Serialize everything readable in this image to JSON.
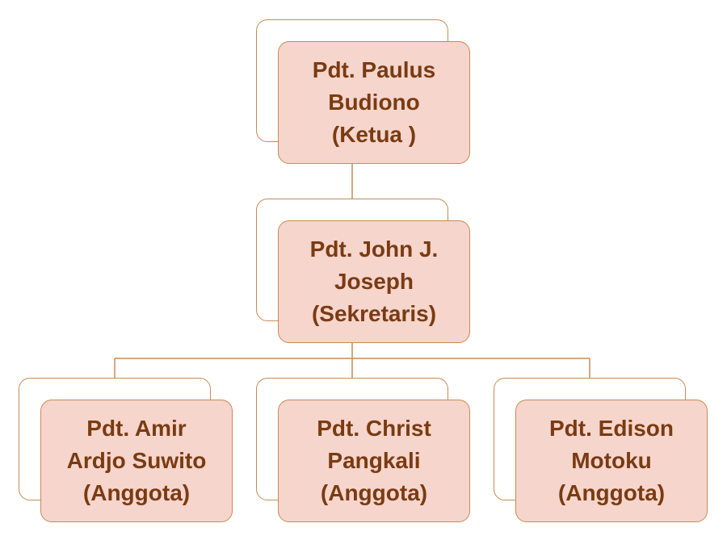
{
  "colors": {
    "box_fill": "#f6d5cc",
    "box_border": "#c98a52",
    "text": "#7a3b12",
    "connector": "#c98a52"
  },
  "org_chart": {
    "chair": {
      "lines": [
        "Pdt. Paulus",
        "Budiono",
        "(Ketua )"
      ]
    },
    "secretary": {
      "lines": [
        "Pdt. John J.",
        "Joseph",
        "(Sekretaris)"
      ]
    },
    "members": [
      {
        "lines": [
          "Pdt. Amir",
          "Ardjo Suwito",
          "(Anggota)"
        ]
      },
      {
        "lines": [
          "Pdt. Christ",
          "Pangkali",
          "(Anggota)"
        ]
      },
      {
        "lines": [
          "Pdt. Edison",
          "Motoku",
          "(Anggota)"
        ]
      }
    ]
  }
}
